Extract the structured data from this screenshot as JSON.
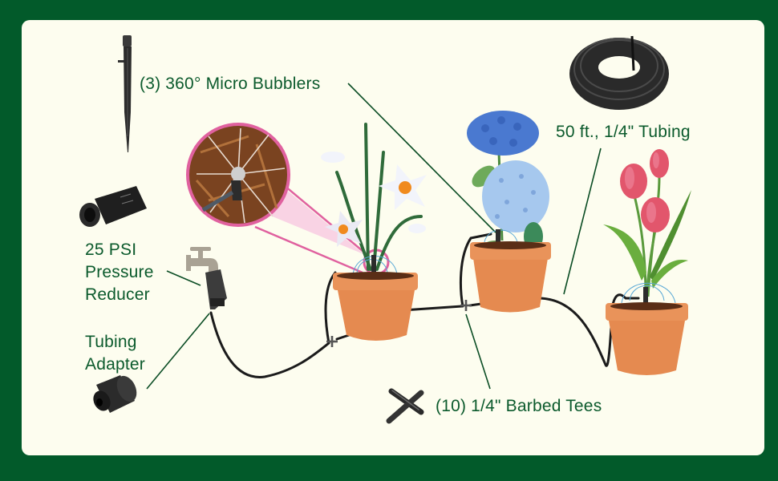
{
  "colors": {
    "border_green": "#025a2a",
    "panel_cream": "#fdfdef",
    "label_green": "#0b5a2c",
    "leader_line": "#0b4d24",
    "magnifier_pink": "#e0619f",
    "magnifier_fill": "#f8cbe2",
    "pot_orange": "#e58a50",
    "tubing_black": "#1b1b1b",
    "hydrangea_dark_blue": "#4a79d0",
    "hydrangea_light_blue": "#a6c8ee",
    "tulip_pink": "#e2566c",
    "daffodil_white": "#f2f4fb",
    "daffodil_orange": "#f08a1e"
  },
  "labels": {
    "micro_bubblers": "(3) 360° Micro Bubblers",
    "tubing": "50 ft., 1/4\" Tubing",
    "pressure_reducer": [
      "25 PSI",
      "Pressure",
      "Reducer"
    ],
    "tubing_adapter": [
      "Tubing",
      "Adapter"
    ],
    "barbed_tees": "(10) 1/4\" Barbed Tees"
  },
  "components": [
    {
      "id": "micro-bubbler",
      "icon": "bubbler-stake-icon",
      "quantity": 3
    },
    {
      "id": "pressure-reducer",
      "icon": "pressure-reducer-icon",
      "rating": "25 PSI"
    },
    {
      "id": "tubing-adapter",
      "icon": "tubing-adapter-icon"
    },
    {
      "id": "tubing-coil",
      "icon": "tubing-coil-icon",
      "length": "50 ft.",
      "diameter": "1/4\""
    },
    {
      "id": "barbed-tee",
      "icon": "barbed-tee-icon",
      "quantity": 10,
      "diameter": "1/4\""
    }
  ],
  "scene": {
    "faucet_icon": "faucet-icon",
    "pots": [
      {
        "plant": "daffodils",
        "icon": "daffodil-pot-icon"
      },
      {
        "plant": "hydrangea",
        "icon": "hydrangea-pot-icon"
      },
      {
        "plant": "tulips",
        "icon": "tulip-pot-icon"
      }
    ],
    "magnifier": "magnified-bubbler-in-mulch"
  }
}
